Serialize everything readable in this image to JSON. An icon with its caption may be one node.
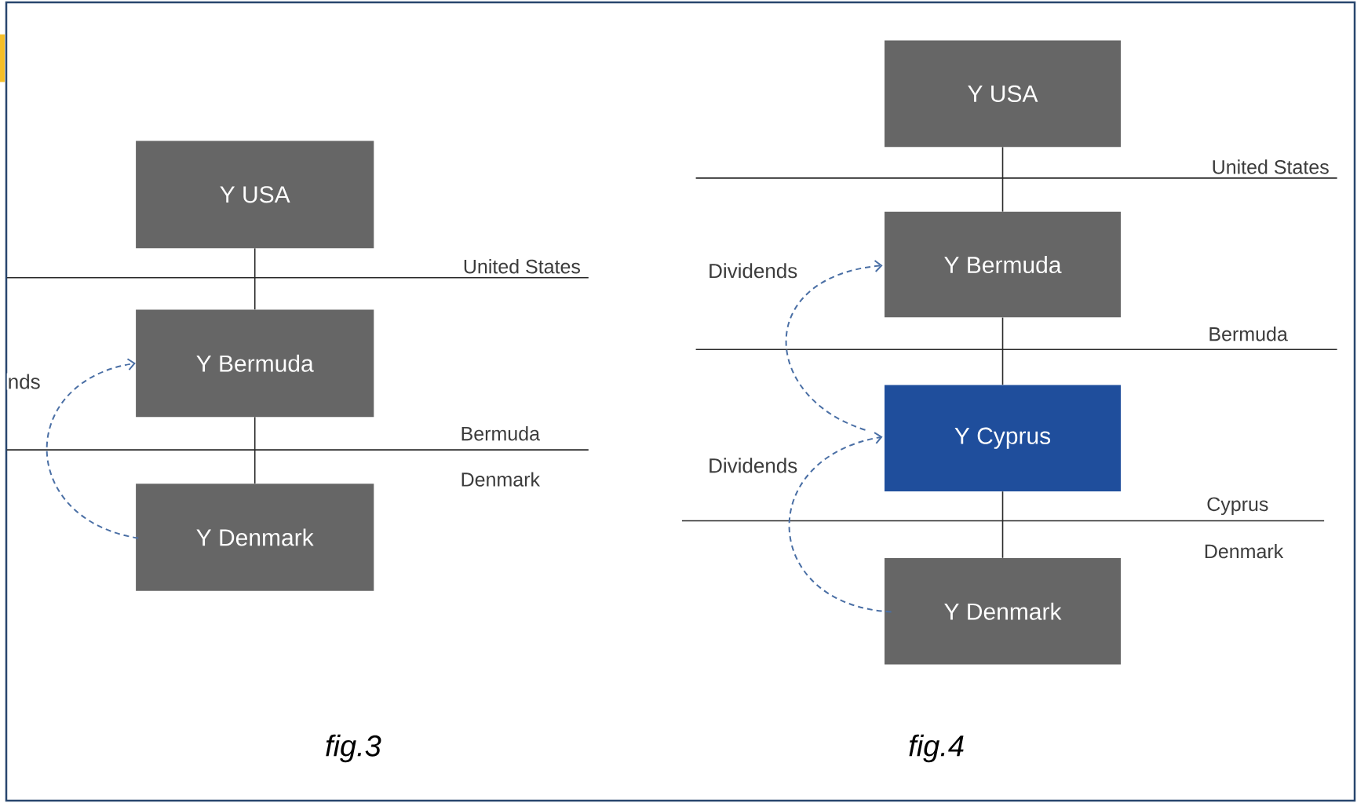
{
  "diagram": {
    "nodes": [
      {
        "text": [
          "Y USA"
        ]
      },
      {
        "text": [
          "Y  Bermuda"
        ]
      },
      {
        "text": [
          "Y Denmark"
        ]
      },
      {
        "text": [
          "Y USA"
        ]
      },
      {
        "text": [
          "Y  Bermuda"
        ]
      },
      {
        "text": [
          "Y Cyprus"
        ]
      },
      {
        "text": [
          "Y Denmark"
        ]
      }
    ],
    "edges": [
      {
        "from": 0,
        "to": 1,
        "arrow": "none"
      },
      {
        "from": 1,
        "to": 2,
        "arrow": "none"
      },
      {
        "from": 2,
        "to": 1,
        "arrow": "to",
        "label": "nds",
        "style": "dashed",
        "color": "#4a6fa5"
      },
      {
        "from": 3,
        "to": 4,
        "arrow": "none"
      },
      {
        "from": 4,
        "to": 5,
        "arrow": "none"
      },
      {
        "from": 5,
        "to": 6,
        "arrow": "none"
      },
      {
        "from": 5,
        "to": 4,
        "arrow": "to",
        "label": "Dividends",
        "style": "dashed",
        "color": "#4a6fa5"
      },
      {
        "from": 6,
        "to": 5,
        "arrow": "to",
        "label": "Dividends",
        "style": "dashed",
        "color": "#4a6fa5"
      }
    ],
    "labels": [
      "United States",
      "Bermuda",
      "Denmark",
      "United States",
      "Bermuda",
      "Cyprus",
      "Denmark",
      "fig.3",
      "fig.4"
    ]
  }
}
